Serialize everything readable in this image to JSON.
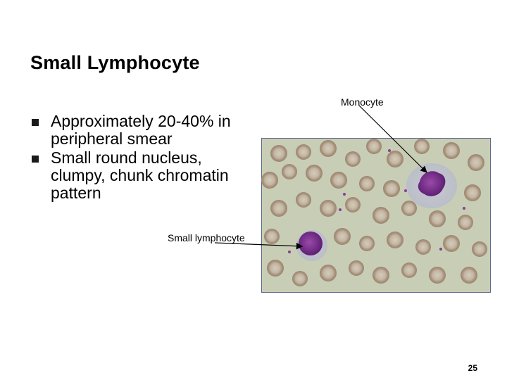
{
  "slide": {
    "title": "Small Lymphocyte",
    "bullets": [
      {
        "text": "Approximately 20-40% in peripheral smear"
      },
      {
        "text": "Small round nucleus, clumpy, chunk chromatin pattern"
      }
    ],
    "labels": {
      "monocyte": "Monocyte",
      "small_lymphocyte": "Small lymphocyte"
    },
    "page_number": "25"
  },
  "image": {
    "description": "blood smear micrograph",
    "background_color": "#c8cdb6",
    "rbc_color": "#b6a490",
    "nucleus_color": "#7a2a8a"
  }
}
